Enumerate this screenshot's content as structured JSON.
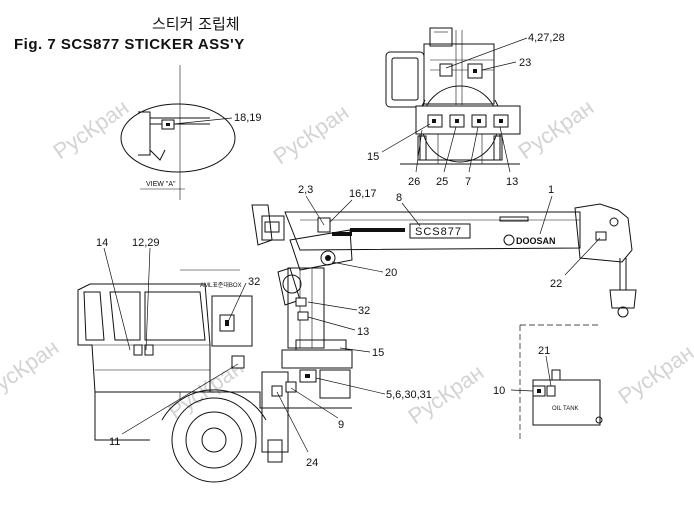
{
  "title": {
    "korean": "스티커 조립체",
    "english": "Fig. 7  SCS877  STICKER ASS'Y"
  },
  "watermark": "РусКран",
  "views": {
    "view_a": "VIEW \"A\"",
    "aml_box": "AML표준대BOX",
    "oil_tank": "OIL TANK"
  },
  "boom": {
    "model": "SCS877",
    "brand": "DOOSAN"
  },
  "callouts": {
    "c_18_19": "18,19",
    "c_4_27_28": "4,27,28",
    "c_23": "23",
    "c_15_top": "15",
    "c_26": "26",
    "c_25": "25",
    "c_7": "7",
    "c_13_top": "13",
    "c_1": "1",
    "c_8": "8",
    "c_2_3": "2,3",
    "c_16_17": "16,17",
    "c_14": "14",
    "c_12_29": "12,29",
    "c_32_left": "32",
    "c_20": "20",
    "c_22": "22",
    "c_32_mid": "32",
    "c_13_mid": "13",
    "c_15_mid": "15",
    "c_21": "21",
    "c_10": "10",
    "c_5_6_30_31": "5,6,30,31",
    "c_9": "9",
    "c_11": "11",
    "c_24": "24"
  }
}
